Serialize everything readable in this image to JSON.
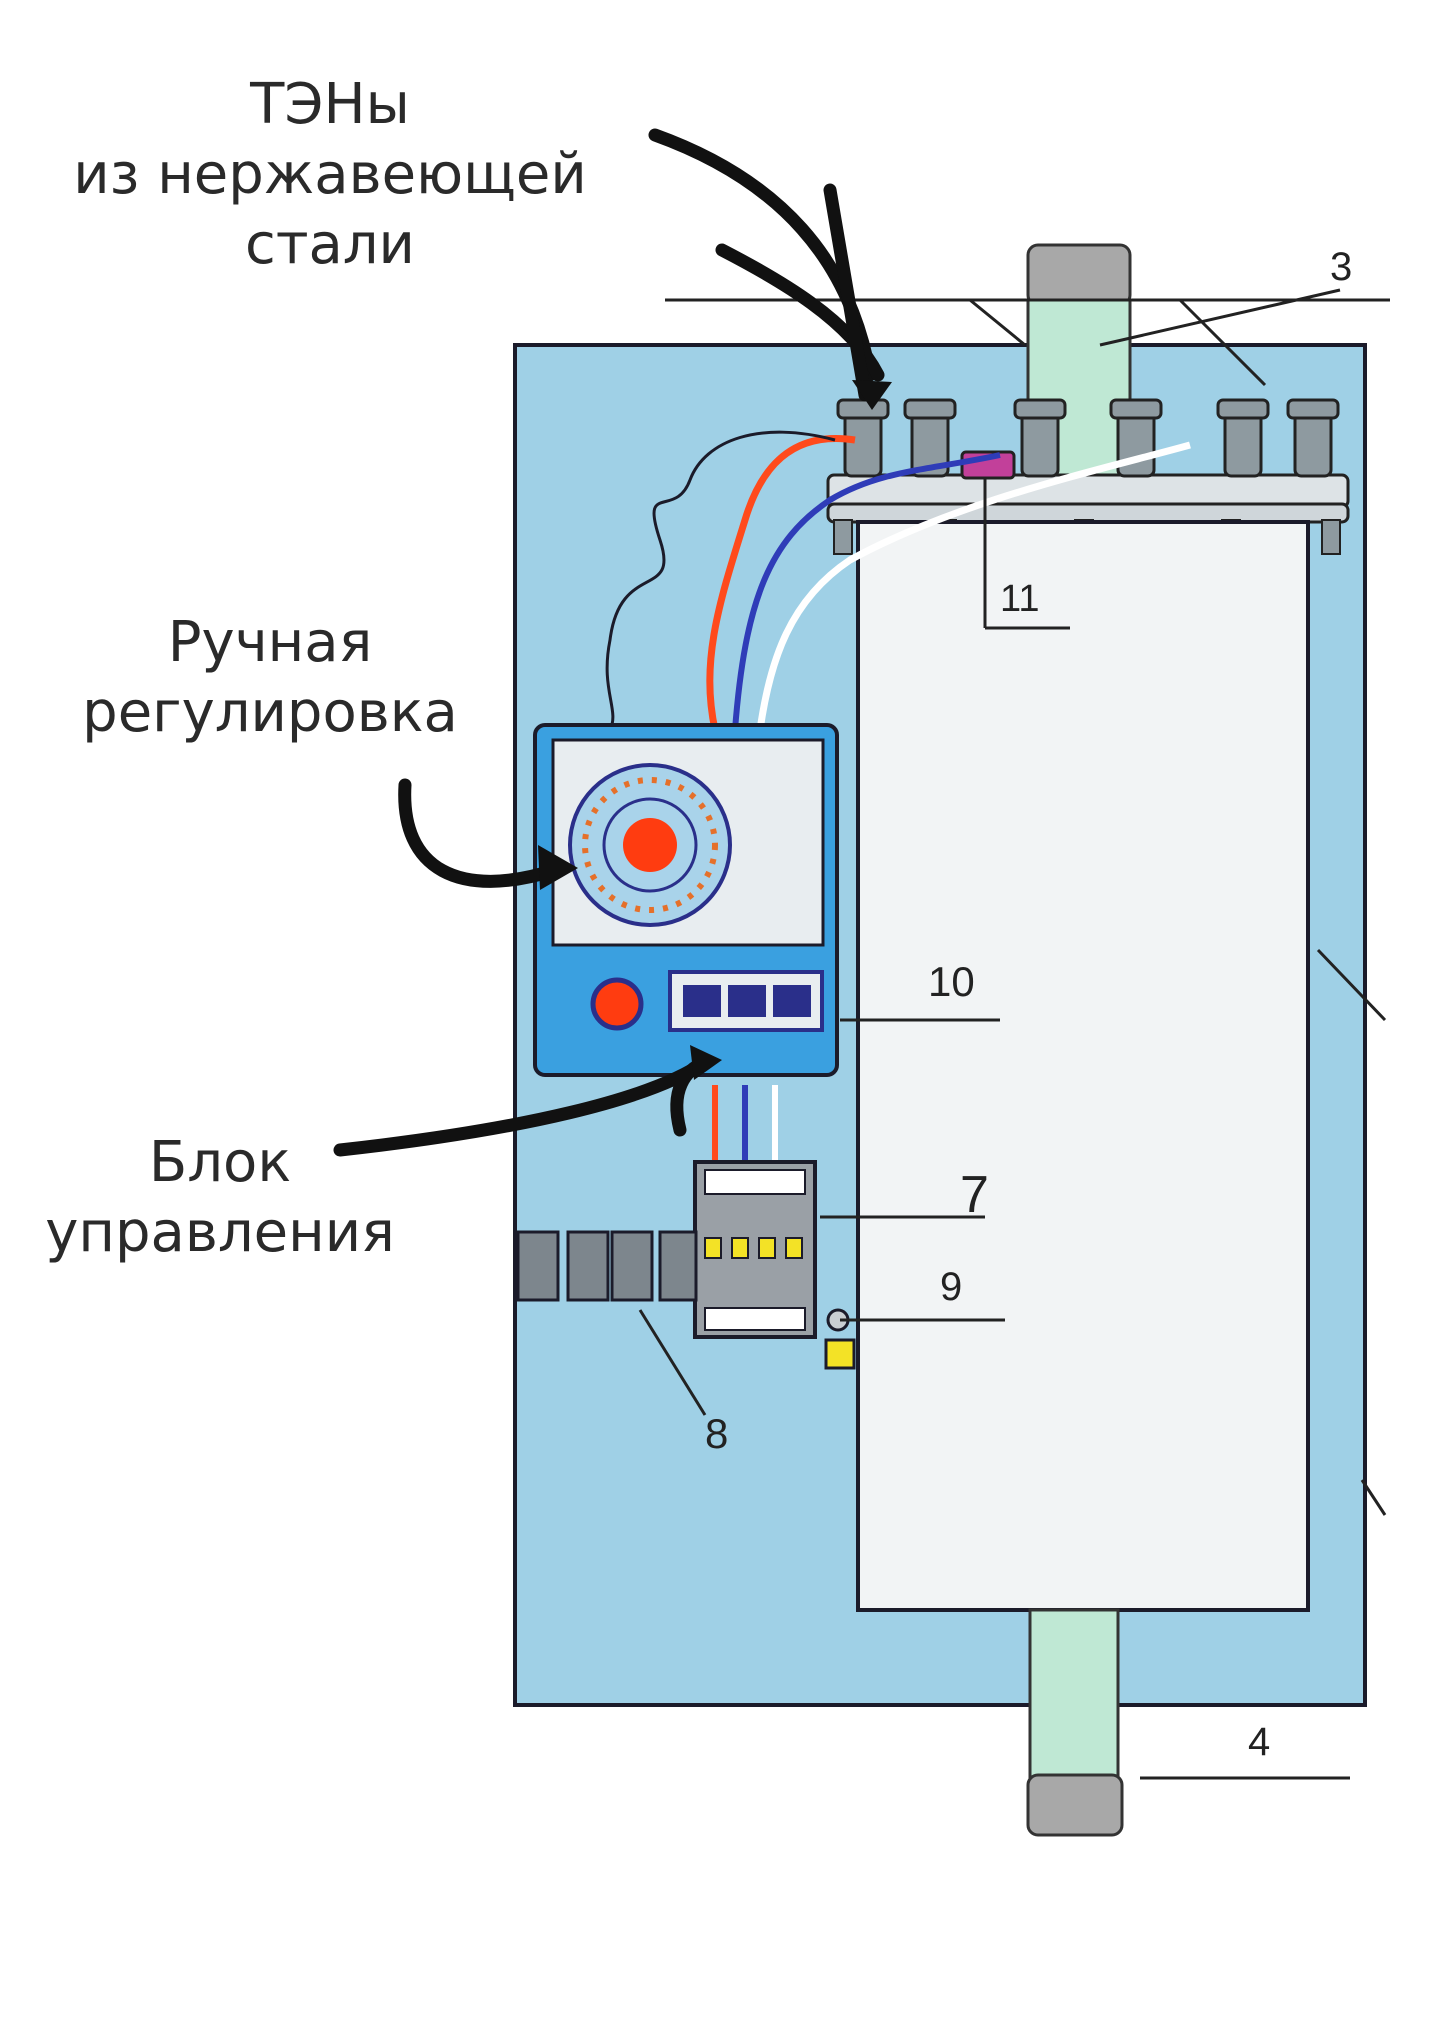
{
  "labels": {
    "heaters": [
      "ТЭНы",
      "из нержавеющей",
      "стали"
    ],
    "manual": [
      "Ручная",
      "регулировка"
    ],
    "control": [
      "Блок",
      "управления"
    ]
  },
  "callouts": {
    "n3": "3",
    "n4": "4",
    "n7": "7",
    "n8": "8",
    "n9": "9",
    "n10": "10",
    "n11": "11"
  },
  "colors": {
    "panel": "#9fd0e6",
    "tank": "#f2f4f5",
    "pipe": "#bfe8d4",
    "controller": "#3aa0e0",
    "wire_red": "#ff4a1c",
    "wire_blue": "#2f3cb8",
    "dial_center": "#ff3c10"
  }
}
